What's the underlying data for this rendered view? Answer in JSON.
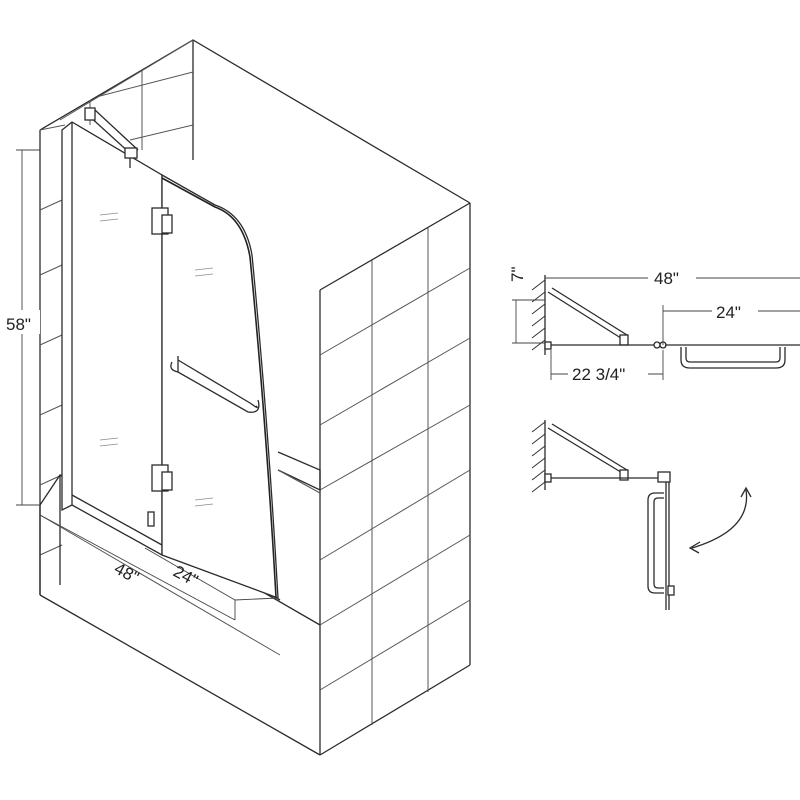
{
  "diagram": {
    "main_view": {
      "height_label": "58\"",
      "width_label": "48\"",
      "panel_label": "24\""
    },
    "top_view": {
      "overall_width_label": "48\"",
      "panel_width_label": "24\"",
      "fixed_panel_label": "22 3/4\"",
      "depth_label": "7\""
    },
    "swing_view": {
      "rotation_arrow": "curved-arrow-icon"
    }
  }
}
